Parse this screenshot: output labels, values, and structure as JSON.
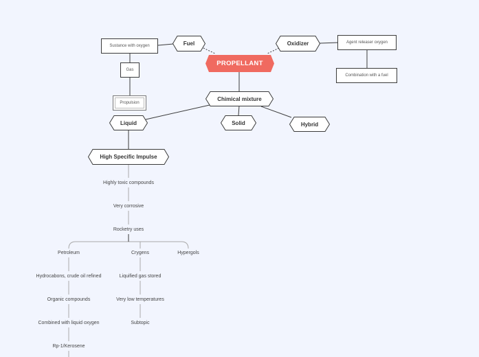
{
  "root": "PROPELLANT",
  "fuel": {
    "label": "Fuel",
    "definition": "Sustance with oxygen",
    "state": "Gas",
    "use": "Propulsion"
  },
  "oxidizer": {
    "label": "Oxidizer",
    "definition": "Agent releaser oxygen",
    "detail": "Combination with a fuel"
  },
  "mixture": {
    "label": "Chimical mixture",
    "types": [
      "Liquid",
      "Solid",
      "Hybrid"
    ]
  },
  "liquid": {
    "feature": "High Specific Impulse",
    "properties": [
      "Highly toxic compounds",
      "Very corrosive",
      "Rocketry uses"
    ],
    "uses": [
      {
        "name": "Petroleum",
        "items": [
          "Hydrocabons, crude oil refined",
          "Organic compounds",
          "Combined with liquid oxygen",
          "Rp-1/Kerosene"
        ]
      },
      {
        "name": "Crygens",
        "items": [
          "Liquified gas stored",
          "Very low temperatures",
          "Subtopic"
        ]
      },
      {
        "name": "Hypergols",
        "items": []
      }
    ]
  },
  "colors": {
    "root": "#f06a60",
    "background": "#f2f5fe",
    "line": "#3a3a3a",
    "connector": "#9a9a9a"
  }
}
